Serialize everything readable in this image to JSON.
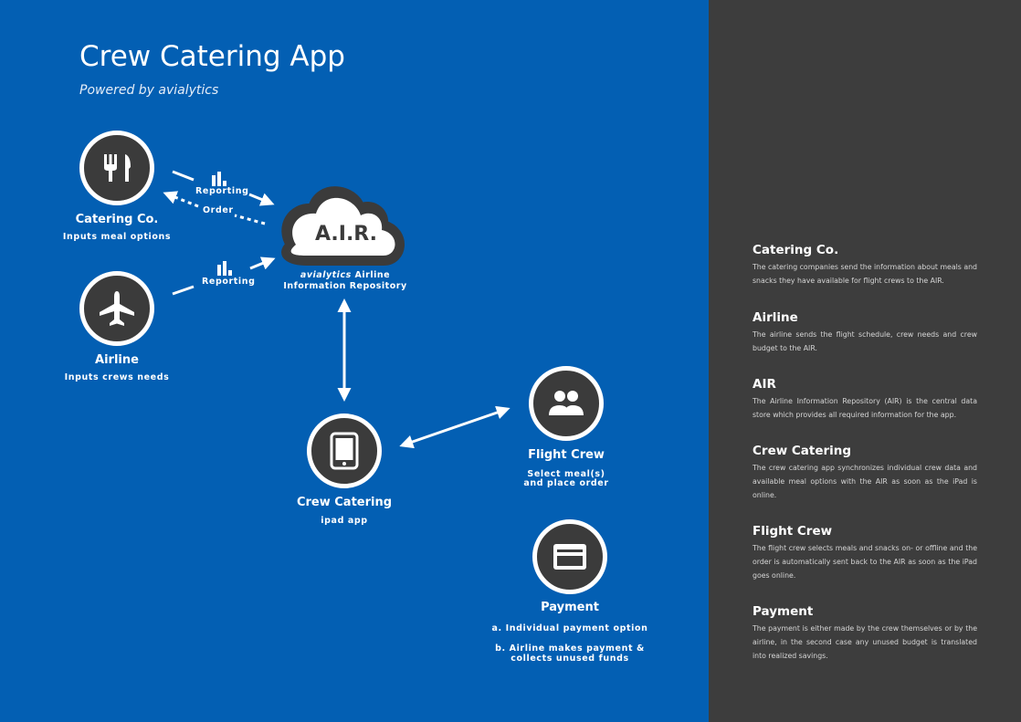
{
  "header": {
    "title": "Crew Catering App",
    "subtitle": "Powered by avialytics"
  },
  "colors": {
    "background": "#035fb3",
    "panel": "#3d3d3d",
    "node_fill": "#3b3b3b",
    "stroke": "#ffffff"
  },
  "nodes": {
    "catering": {
      "name": "Catering Co.",
      "sub": "Inputs meal options",
      "icon": "fork-knife-icon"
    },
    "airline": {
      "name": "Airline",
      "sub": "Inputs crews needs",
      "icon": "airplane-icon"
    },
    "air": {
      "label": "A.I.R.",
      "brand": "avialytics",
      "sub_line1": " Airline",
      "sub_line2": "Information Repository",
      "icon": "cloud-icon"
    },
    "crew_catering": {
      "name": "Crew Catering",
      "sub": "ipad app",
      "icon": "tablet-icon"
    },
    "flight_crew": {
      "name": "Flight Crew",
      "sub_line1": "Select meal(s)",
      "sub_line2": "and place order",
      "icon": "people-icon"
    },
    "payment": {
      "name": "Payment",
      "option_a": "a. Individual payment option",
      "option_b_line1": "b. Airline makes payment &",
      "option_b_line2": "collects unused funds",
      "icon": "credit-card-icon"
    }
  },
  "connectors": {
    "reporting_catering": "Reporting",
    "order": "Order",
    "reporting_airline": "Reporting"
  },
  "descriptions": [
    {
      "title": "Catering Co.",
      "text": "The catering companies send the information about meals and snacks they have available for flight crews to the AIR."
    },
    {
      "title": "Airline",
      "text": "The airline sends the flight schedule, crew needs and crew budget to the AIR."
    },
    {
      "title": "AIR",
      "text": "The Airline Information Repository (AIR) is the central data store which provides all required information for the app."
    },
    {
      "title": "Crew Catering",
      "text": "The crew catering app synchronizes individual crew data and available meal options with the AIR as soon as the iPad is online."
    },
    {
      "title": "Flight Crew",
      "text": "The flight crew selects meals and snacks on- or offline and the order is automatically sent back to the AIR as soon as the iPad goes online."
    },
    {
      "title": "Payment",
      "text": "The payment is either made by the crew themselves or by the airline, in the second case any unused budget is translated into realized savings."
    }
  ]
}
